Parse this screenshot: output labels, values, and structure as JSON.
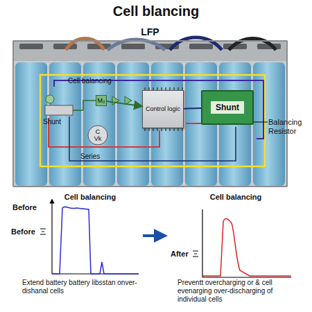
{
  "diagram": {
    "title": "Cell blancing",
    "nodes": [
      {
        "text": [
          "LFP"
        ]
      },
      {
        "text": [
          "M₂"
        ],
        "in": 0
      },
      {
        "text": [
          "Control logic"
        ],
        "in": 0
      },
      {
        "text": [
          "Shunt"
        ],
        "in": 0
      },
      {
        "text": [
          "C",
          "Vk"
        ],
        "in": 0
      }
    ],
    "edges": [
      {
        "from": 1,
        "to": 2,
        "arrow": "to"
      },
      {
        "from": 2,
        "to": 3,
        "arrow": "none"
      }
    ],
    "labels": [
      "Cell balancing",
      "Shunt",
      "Series",
      "Balancing Resistor",
      "Cell balancing",
      "Before",
      "Before",
      "Extend battery battery libsstan onver-dishanal cells",
      "Cell balancing",
      "After",
      "Preventt overcharging or & cell evenarging over-discharging of individual cells"
    ]
  }
}
